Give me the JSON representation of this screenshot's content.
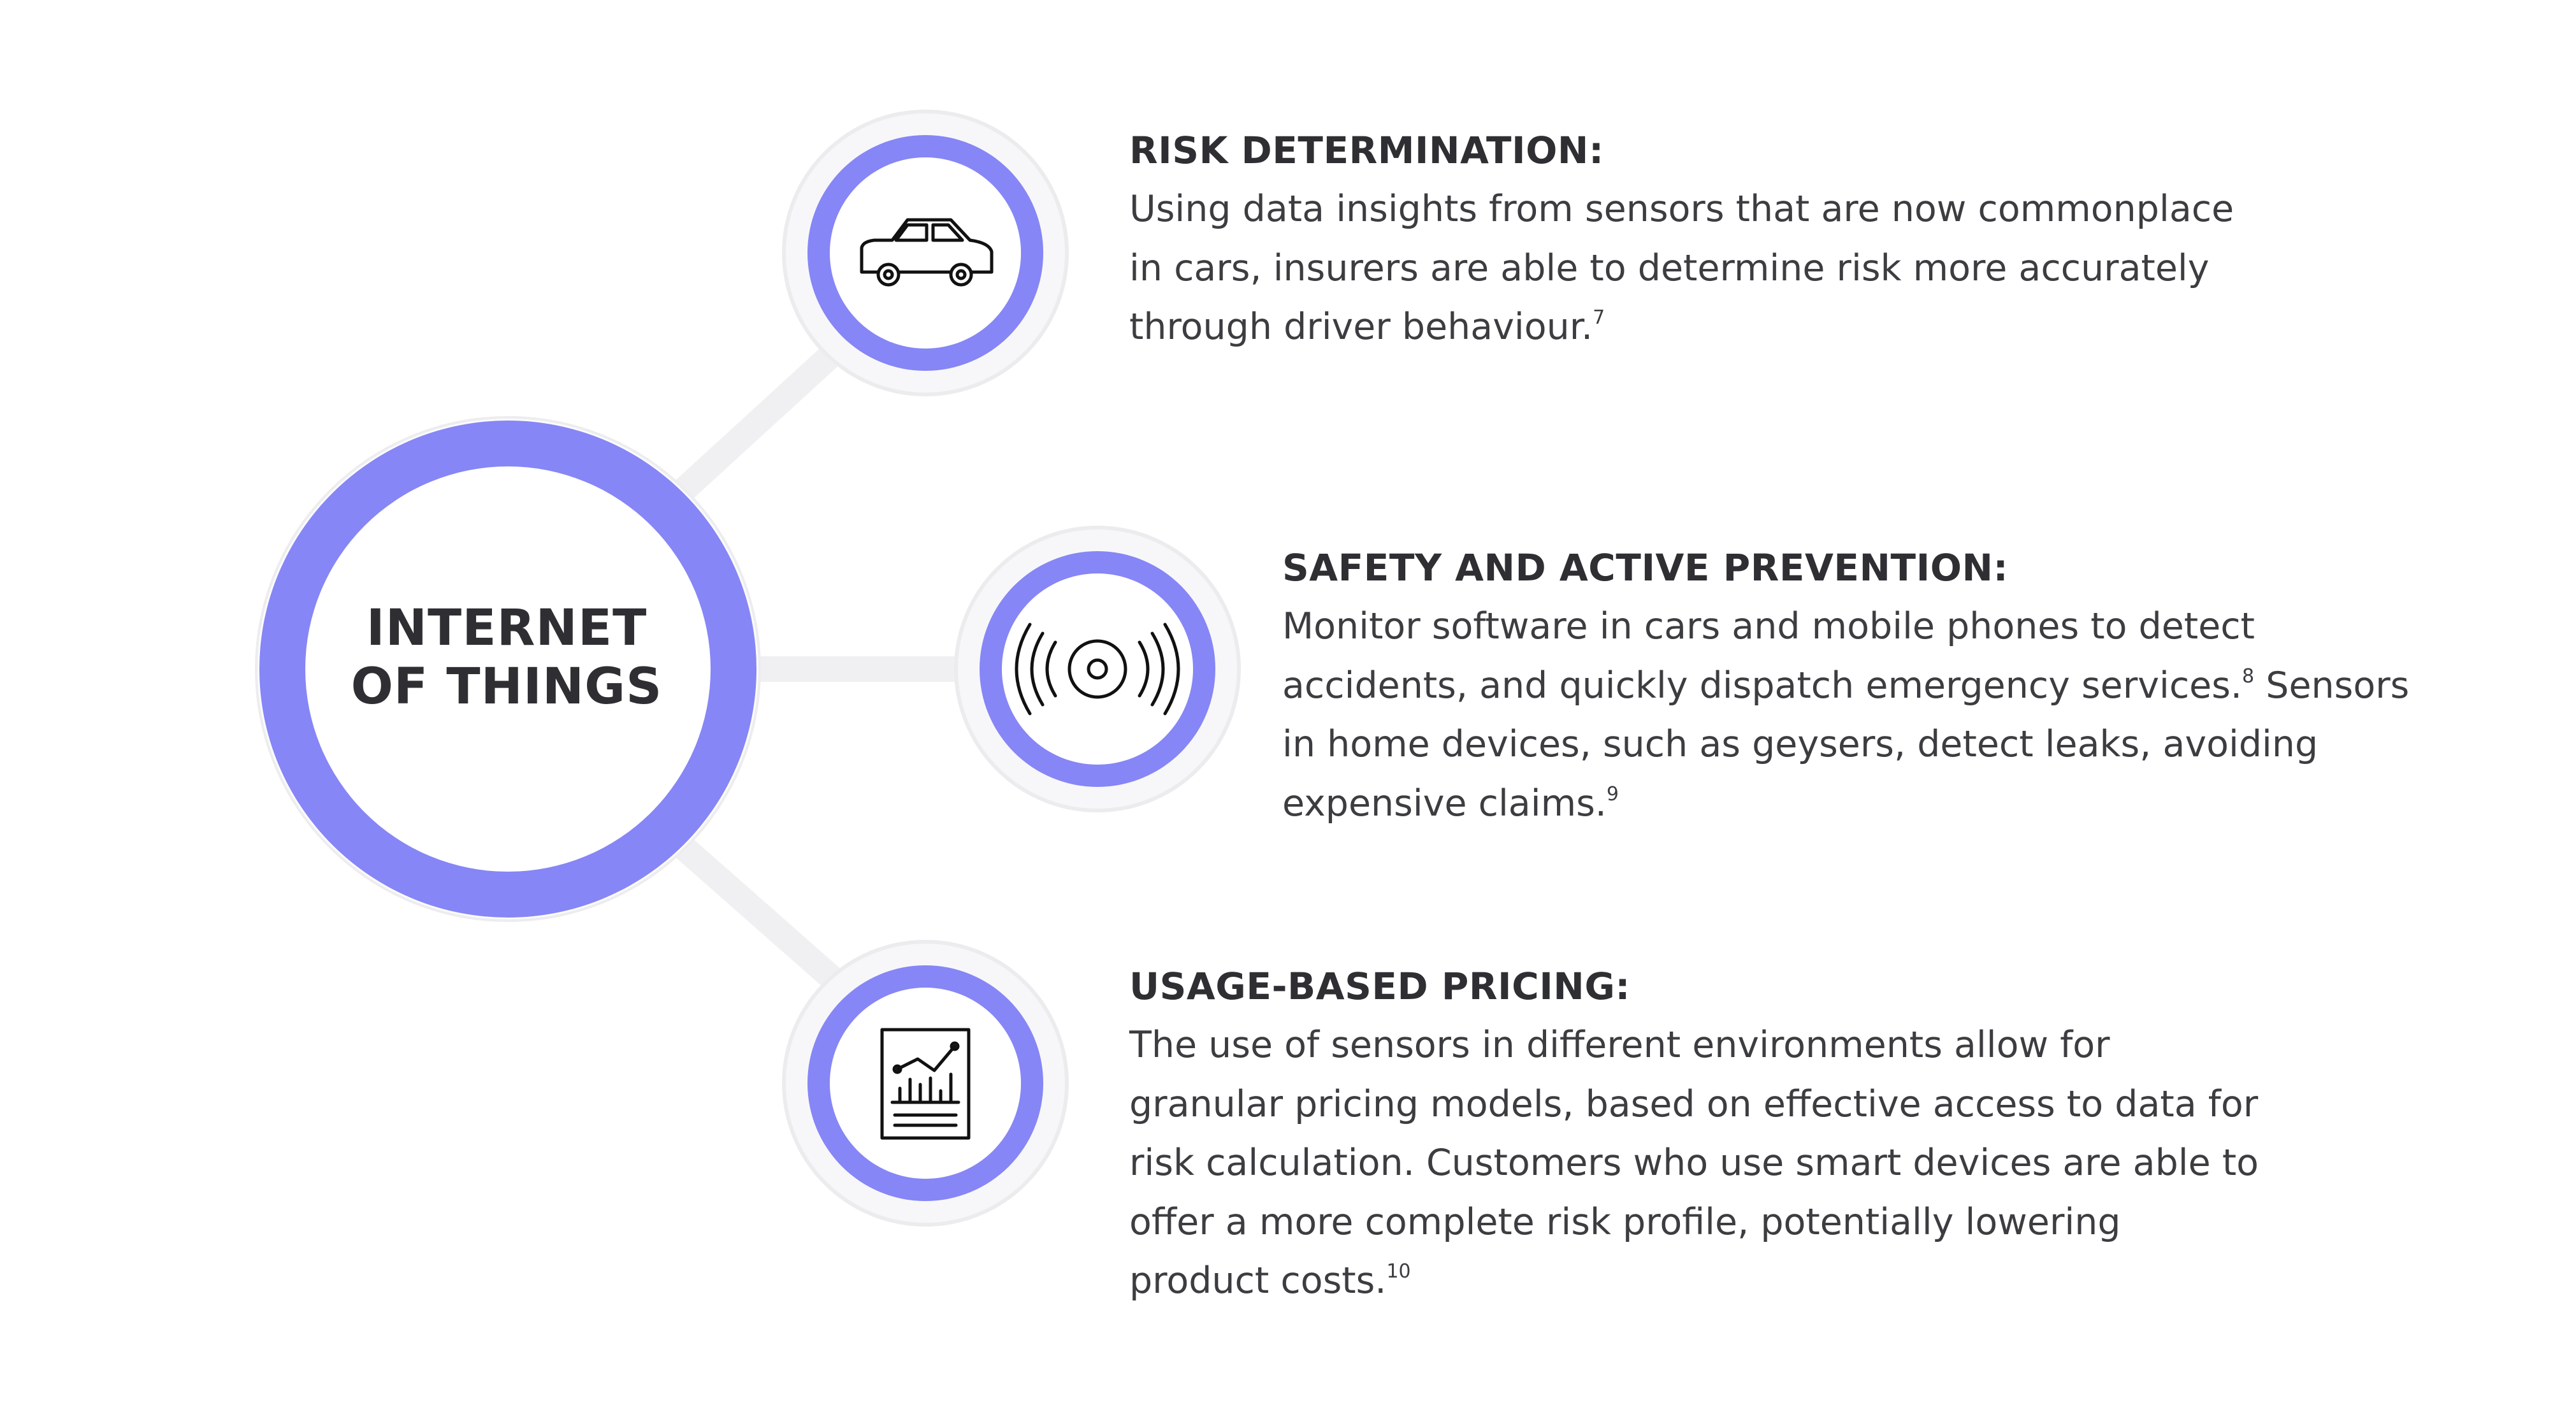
{
  "hub": {
    "label_line1": "INTERNET",
    "label_line2": "OF THINGS"
  },
  "colors": {
    "ring": "#8686f6",
    "connector": "#f0f0f2",
    "text": "#2f2f33"
  },
  "items": [
    {
      "icon": "car-icon",
      "title": "RISK DETERMINATION:",
      "lines": [
        "Using data insights from sensors that are now commonplace",
        "in cars, insurers are able to determine risk more accurately",
        "through driver behaviour."
      ],
      "footnote": "7"
    },
    {
      "icon": "sensor-signal-icon",
      "title": "SAFETY AND ACTIVE PREVENTION:",
      "lines": [
        "Monitor software in cars and mobile phones to detect",
        "accidents, and quickly dispatch emergency services.",
        " Sensors",
        "in home devices, such as geysers, detect leaks, avoiding",
        "expensive claims."
      ],
      "footnote_a": "8",
      "footnote_b": "9"
    },
    {
      "icon": "report-chart-icon",
      "title": "USAGE-BASED PRICING:",
      "lines": [
        "The use of sensors in different environments allow for",
        "granular pricing models, based on effective access to data for",
        "risk calculation. Customers who use smart devices are able to",
        "offer a more complete risk profile, potentially lowering",
        "product costs."
      ],
      "footnote": "10"
    }
  ]
}
